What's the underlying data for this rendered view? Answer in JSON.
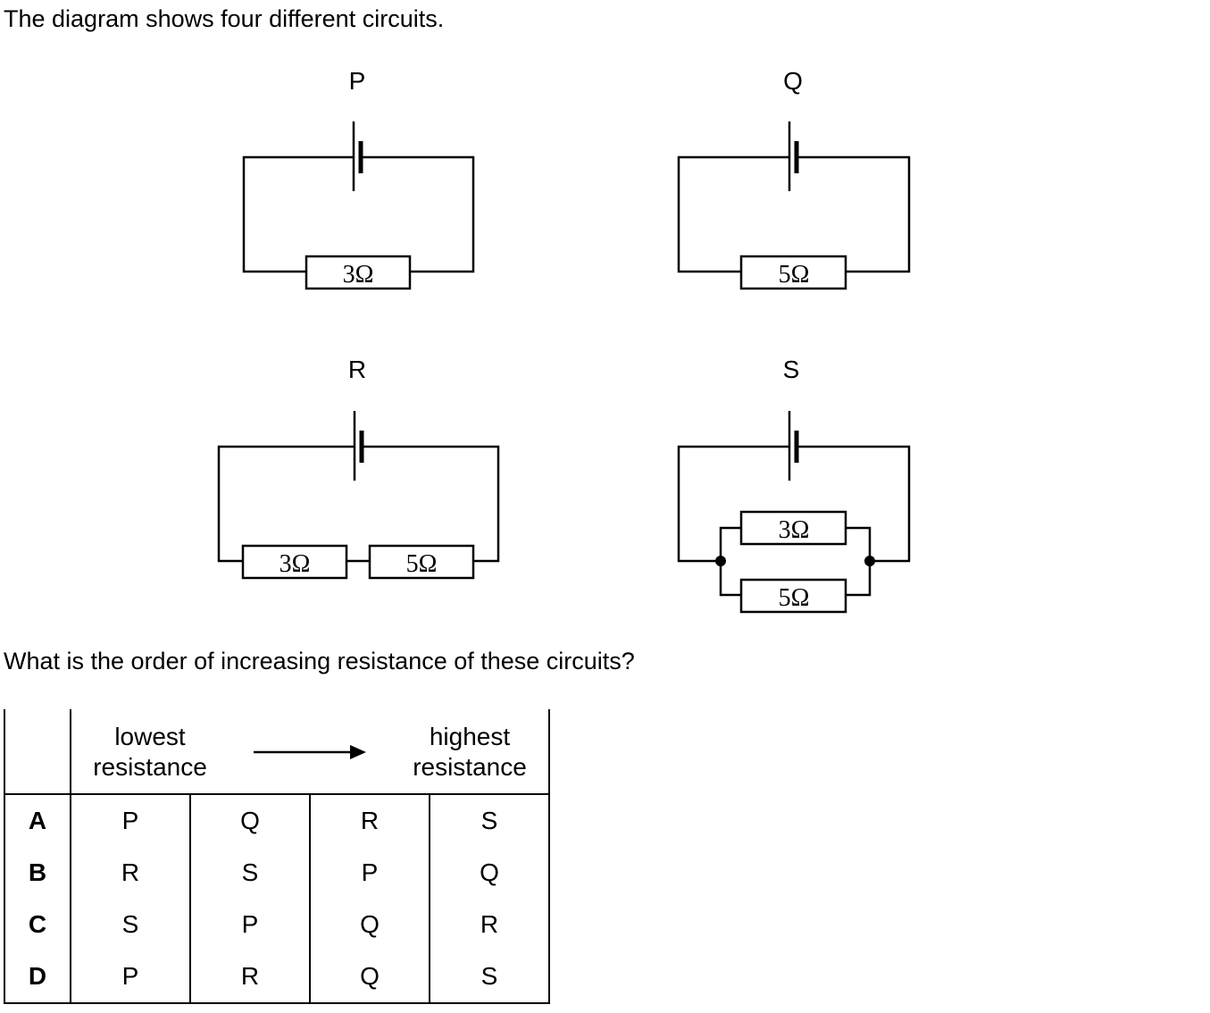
{
  "intro_text": "The diagram shows four different circuits.",
  "question_text": "What is the order of increasing resistance of these circuits?",
  "circuits": {
    "P": {
      "label": "P",
      "resistors": [
        "3Ω"
      ]
    },
    "Q": {
      "label": "Q",
      "resistors": [
        "5Ω"
      ]
    },
    "R": {
      "label": "R",
      "resistors": [
        "3Ω",
        "5Ω"
      ]
    },
    "S": {
      "label": "S",
      "resistors": [
        "3Ω",
        "5Ω"
      ]
    }
  },
  "table": {
    "header_lowest": [
      "lowest",
      "resistance"
    ],
    "header_highest": [
      "highest",
      "resistance"
    ],
    "rows": [
      {
        "option": "A",
        "order": [
          "P",
          "Q",
          "R",
          "S"
        ]
      },
      {
        "option": "B",
        "order": [
          "R",
          "S",
          "P",
          "Q"
        ]
      },
      {
        "option": "C",
        "order": [
          "S",
          "P",
          "Q",
          "R"
        ]
      },
      {
        "option": "D",
        "order": [
          "P",
          "R",
          "Q",
          "S"
        ]
      }
    ]
  }
}
